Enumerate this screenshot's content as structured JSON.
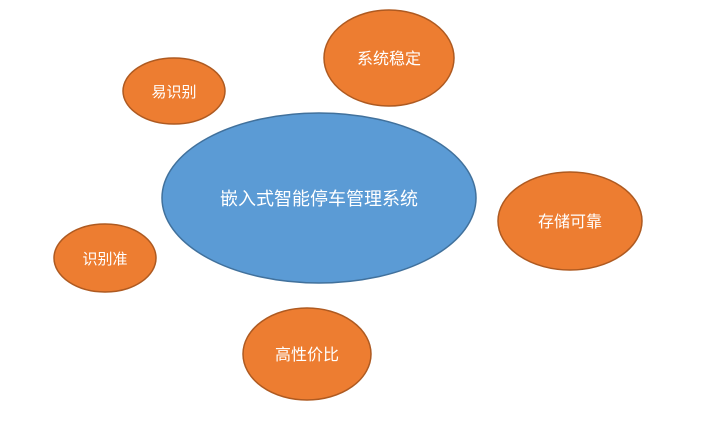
{
  "diagram": {
    "center": {
      "label": "嵌入式智能停车管理系统",
      "color": "#5b9bd5",
      "stroke": "#41719c"
    },
    "nodes": [
      {
        "id": "node-1",
        "label": "系统稳定"
      },
      {
        "id": "node-2",
        "label": "易识别"
      },
      {
        "id": "node-3",
        "label": "存储可靠"
      },
      {
        "id": "node-4",
        "label": "识别准"
      },
      {
        "id": "node-5",
        "label": "高性价比"
      }
    ],
    "node_color": "#ed7d31",
    "node_stroke": "#ae5a21"
  }
}
